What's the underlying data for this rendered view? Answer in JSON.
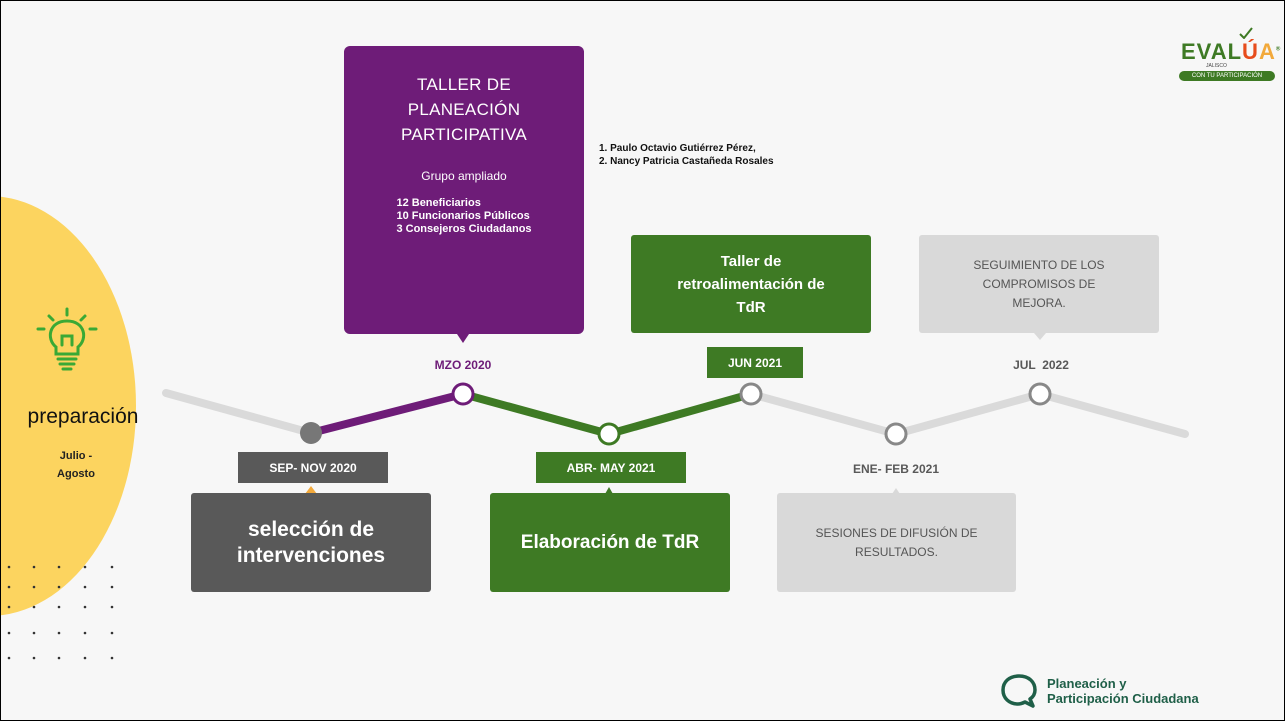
{
  "preparation": {
    "title": "preparación",
    "period_line1": "Julio -",
    "period_line2": "Agosto"
  },
  "milestones": {
    "taller_planeacion": {
      "title_line1": "TALLER DE",
      "title_line2": "PLANEACIÓN",
      "title_line3": "PARTICIPATIVA",
      "subtitle": "Grupo ampliado",
      "items": [
        "12 Beneficiarios",
        "10 Funcionarios Públicos",
        "3 Consejeros Ciudadanos"
      ]
    },
    "facilitators": [
      "1. Paulo Octavio Gutiérrez Pérez,",
      "2. Nancy Patricia Castañeda Rosales"
    ],
    "seleccion": {
      "line1": "selección de",
      "line2": "intervenciones"
    },
    "elaboracion": {
      "text": "Elaboración de TdR"
    },
    "taller_retro": {
      "line1": "Taller de",
      "line2": "retroalimentación de",
      "line3": "TdR"
    },
    "difusion": {
      "line1": "SESIONES DE DIFUSIÓN DE",
      "line2": "RESULTADOS."
    },
    "seguimiento": {
      "line1": "SEGUIMIENTO DE LOS",
      "line2": "COMPROMISOS DE",
      "line3": "MEJORA."
    }
  },
  "dates": {
    "sep_nov_2020": "SEP- NOV 2020",
    "mzo_2020": "MZO 2020",
    "abr_may_2021": "ABR- MAY 2021",
    "jun_2021": "JUN 2021",
    "ene_feb_2021": "ENE- FEB 2021",
    "jul_2022": "JUL  2022"
  },
  "logos": {
    "evalua_prefix": "EVAL",
    "evalua_u": "Ú",
    "evalua_a": "A",
    "evalua_reg": "®",
    "evalua_sub": "JALISCO",
    "evalua_bar": "CON TU PARTICIPACIÓN",
    "ppc_line1": "Planeación y",
    "ppc_line2": "Participación Ciudadana"
  },
  "colors": {
    "purple": "#6e1c78",
    "green": "#3e7a24",
    "dark_gray": "#595959",
    "light_gray": "#d9d9d9",
    "timeline_gray": "#dadada",
    "yellow": "#fcd45f",
    "orange_marker": "#f2a93b",
    "lightbulb_green": "#3aa935"
  },
  "icons": [
    "lightbulb-icon",
    "speech-bubble-icon",
    "evalua-check-icon"
  ]
}
